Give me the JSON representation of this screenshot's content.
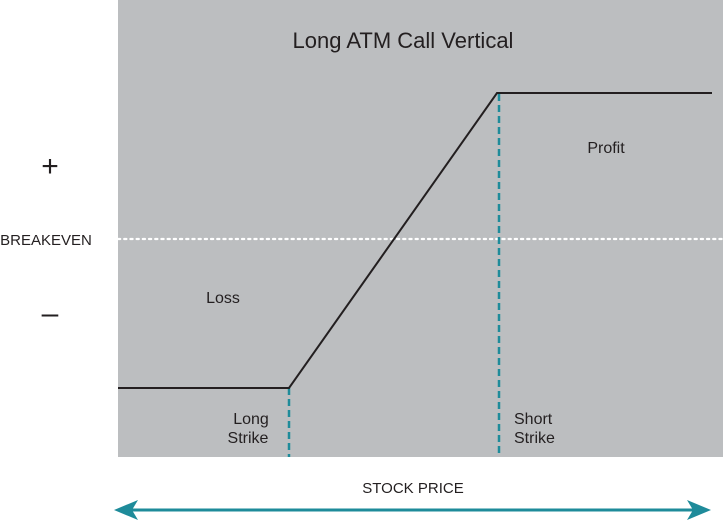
{
  "title": "Long ATM Call Vertical",
  "y_axis": {
    "plus": "+",
    "breakeven": "BREAKEVEN",
    "minus": "–"
  },
  "x_axis": {
    "label": "STOCK PRICE"
  },
  "regions": {
    "profit": "Profit",
    "loss": "Loss"
  },
  "strikes": {
    "long_line1": "Long",
    "long_line2": "Strike",
    "short_line1": "Short",
    "short_line2": "Strike"
  },
  "colors": {
    "plot_background": "#bcbec0",
    "payoff_line": "#231f20",
    "strike_lines": "#1e8b9a",
    "breakeven_line": "#ffffff",
    "axis_arrow": "#1e8b9a",
    "text": "#231f20"
  }
}
